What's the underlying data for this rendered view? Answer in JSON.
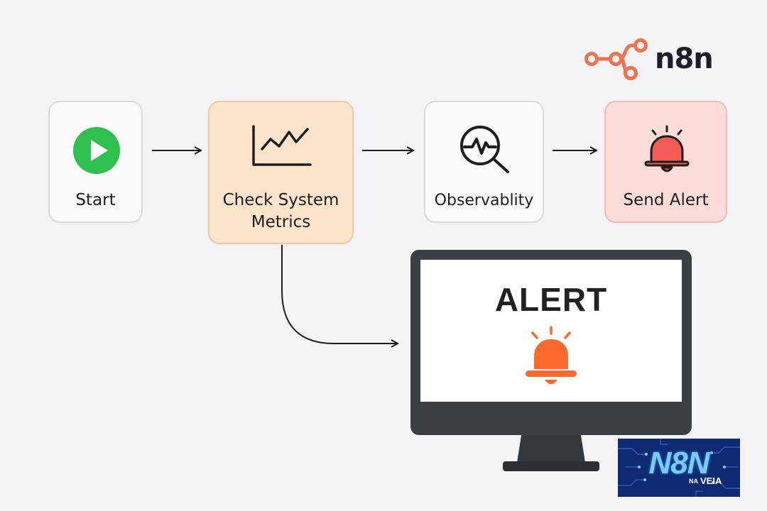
{
  "logo": {
    "text": "n8n",
    "icon": "workflow-nodes-icon",
    "color": "#f1724f"
  },
  "nodes": {
    "start": {
      "label": "Start",
      "icon": "play-icon",
      "icon_color": "#2fbf4e"
    },
    "metrics": {
      "label_line1": "Check System",
      "label_line2": "Metrics",
      "icon": "line-chart-icon",
      "background": "#fbe3cc"
    },
    "observability": {
      "label": "Observablity",
      "icon": "magnifier-pulse-icon"
    },
    "send_alert": {
      "label": "Send Alert",
      "icon": "alarm-bell-icon",
      "icon_color": "#f25c54",
      "background": "#fbdcd9"
    }
  },
  "monitor": {
    "title": "ALERT",
    "icon": "alarm-bell-icon",
    "icon_color": "#fb6a2c"
  },
  "badge": {
    "main": "N8N",
    "sub1": "NA",
    "sub2": "VEIA",
    "background": "#0e2a72"
  }
}
